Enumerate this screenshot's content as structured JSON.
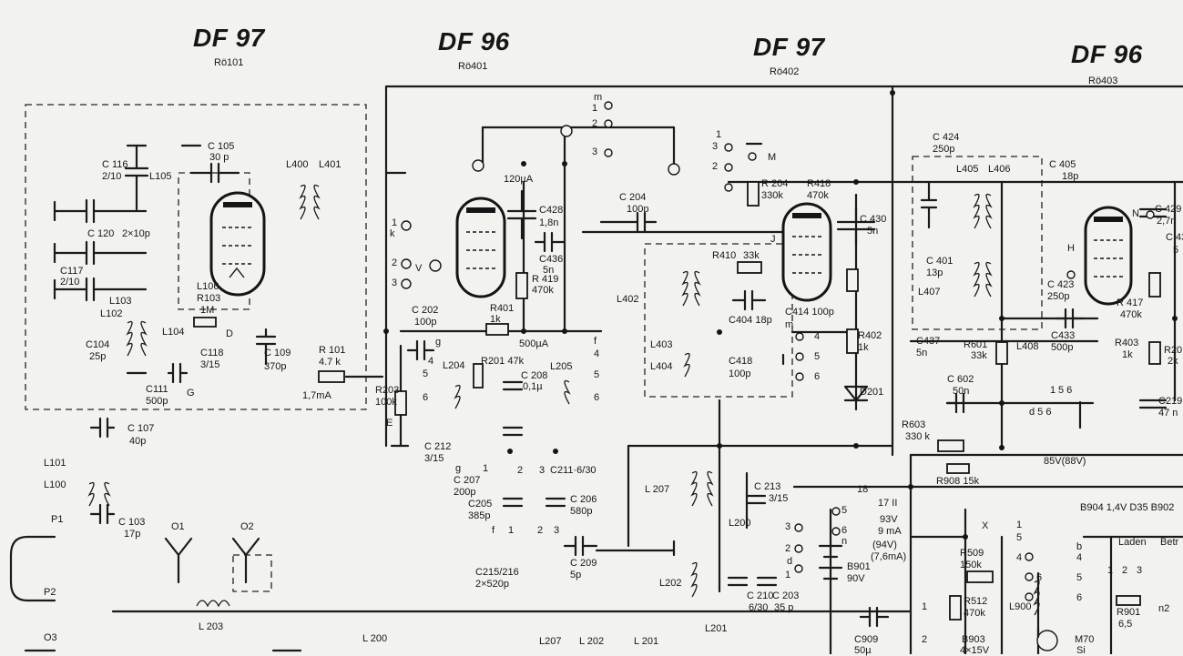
{
  "tubes": [
    {
      "type": "DF 97",
      "ref": "Rö101"
    },
    {
      "type": "DF 96",
      "ref": "Rö401"
    },
    {
      "type": "DF 97",
      "ref": "Rö402"
    },
    {
      "type": "DF 96",
      "ref": "Rö403"
    }
  ],
  "labels": {
    "c116": "C 116",
    "c116v": "2/10",
    "l105": "L105",
    "c105": "C 105",
    "c105v": "30 p",
    "l400": "L400",
    "l401": "L401",
    "c120": "C 120",
    "c120v": "2×10p",
    "c117": "C117",
    "c117v": "2/10",
    "l103": "L103",
    "l102": "L102",
    "l104": "L104",
    "l106": "L106",
    "r103": "R103",
    "r103v": "1M",
    "d": "D",
    "c104": "C104",
    "c104v": "25p",
    "c118": "C118",
    "c118v": "3/15",
    "c109": "C 109",
    "c109v": "370p",
    "r101": "R 101",
    "r101v": "4.7 k",
    "c111": "C111",
    "c111v": "500p",
    "g1": "G",
    "ma17": "1,7mA",
    "c107": "C 107",
    "c107v": "40p",
    "l101": "L101",
    "l100": "L100",
    "c103": "C 103",
    "c103v": "17p",
    "p1": "P1",
    "p2": "P2",
    "o1": "O1",
    "o2": "O2",
    "o3": "O3",
    "l203": "L 203",
    "ua120": "120µA",
    "c428": "C428",
    "c428v": "1,8n",
    "c436": "C436",
    "c436v": "5n",
    "r419": "R 419",
    "r419v": "470k",
    "r401": "R401",
    "r401v": "1k",
    "ua500": "500µA",
    "c202": "C 202",
    "c202v": "100p",
    "r203": "R203",
    "r203v": "100k",
    "e": "E",
    "l204": "L204",
    "r201": "R201 47k",
    "c208": "C 208",
    "c208v": "0,1µ",
    "l205": "L205",
    "c212": "C 212",
    "c212v": "3/15",
    "c207": "C 207",
    "c207v": "200p",
    "c205": "C205",
    "c205v": "385p",
    "c211": "C211·6/30",
    "c206": "C 206",
    "c206v": "580p",
    "c209": "C 209",
    "c209v": "5p",
    "c215": "C215/216",
    "c215v": "2×520p",
    "c204": "C 204",
    "c204v": "100p",
    "r204": "R 204",
    "r204v": "330k",
    "m": "M",
    "r410": "R410",
    "r410v": "33k",
    "l402": "L402",
    "l403": "L403",
    "l404": "L404",
    "c404": "C404 18p",
    "c414": "C414 100p",
    "c418": "C418",
    "c418v": "100p",
    "r418": "R418",
    "r418v": "470k",
    "c430": "C 430",
    "c430v": "5n",
    "r402": "R402",
    "r402v": "1k",
    "d201": "D201",
    "c424": "C 424",
    "c424v": "250p",
    "l405": "L405",
    "l406": "L406",
    "c405": "C 405",
    "c405v": "18p",
    "c401": "C 401",
    "c401v": "13p",
    "l407": "L407",
    "c423": "C 423",
    "c423v": "250p",
    "c437": "C437",
    "c437v": "5n",
    "r601": "R601",
    "r601v": "33k",
    "l408": "L408",
    "c433": "C433",
    "c433v": "500p",
    "c429": "C 429",
    "c429v": "2,7n",
    "c43x": "C 43",
    "c43xv": "5",
    "r417": "R 417",
    "r417v": "470k",
    "r403": "R403",
    "r403v": "1k",
    "r20x": "R20",
    "r20xv": "2k",
    "c219": "C219",
    "c219v": "47 n",
    "n": "N",
    "h": "H",
    "c602": "C 602",
    "c602v": "50n",
    "d56": "d  5  6",
    "s56": "5   6",
    "s1": "1",
    "r603": "R603",
    "r603v": "330 k",
    "v85": "85V(88V)",
    "r908": "R908 15k",
    "l207": "L 207",
    "l200": "L200",
    "c213": "C 213",
    "c213v": "3/15",
    "l202": "L202",
    "c210": "C 210",
    "c210v": "6/30",
    "c203": "C 203",
    "c203v": "35 p",
    "l201": "L201",
    "v93": "93V",
    "ma9": "9 mA",
    "v94": "(94V)",
    "ma76": "(7,6mA)",
    "b901": "B901",
    "b901v": "90V",
    "c909": "C909",
    "c909v": "50µ",
    "s18": "18",
    "s17": "17 II",
    "r509": "R509",
    "r509v": "150k",
    "r512": "R512",
    "r512v": "470k",
    "l900": "L900",
    "b903": "B903",
    "b903v": "4×15V",
    "m70": "M70",
    "si": "Si",
    "x": "X",
    "b904": "B904 1,4V D35  B902",
    "laden": "Laden",
    "betr": "Betr",
    "r901": "R901",
    "r901v": "6,5",
    "n2": "n2",
    "l200b": "L 200",
    "l207b": "L207",
    "l202b": "L 202",
    "l201b": "L 201",
    "sw_m": "m",
    "sw1": "1",
    "sw2": "2",
    "sw3": "3",
    "sw_k": "k",
    "sw_1": "1",
    "sw_2": "2",
    "sw_3": "3",
    "v": "V",
    "f1": "f",
    "f4": "4",
    "g2": "g",
    "s4": "4",
    "s5": "5",
    "s6": "6",
    "s5r": "5",
    "s6r": "6",
    "g3": "g",
    "n1": "1",
    "n2b": "2",
    "n3": "3",
    "f2": "f",
    "f2n1": "1",
    "f2n2": "2",
    "f2n3": "3",
    "sl1": "1",
    "sl2": "2",
    "sl3": "3",
    "sM": "M",
    "pm": "m",
    "p4": "4",
    "p5": "5",
    "p6": "6",
    "j": "J",
    "r3": "3",
    "r2": "2",
    "rd": "d",
    "r1": "1",
    "b4": "b",
    "b4n": "4",
    "b5": "5",
    "b6": "6",
    "b1": "1",
    "b2": "2",
    "b3": "3",
    "s5n": "5",
    "s6n": "6",
    "sn": "n",
    "s1x": "1",
    "s2x": "2",
    "s5b": "5",
    "s4b": "4",
    "s6b": "6",
    "s1b": "1"
  }
}
